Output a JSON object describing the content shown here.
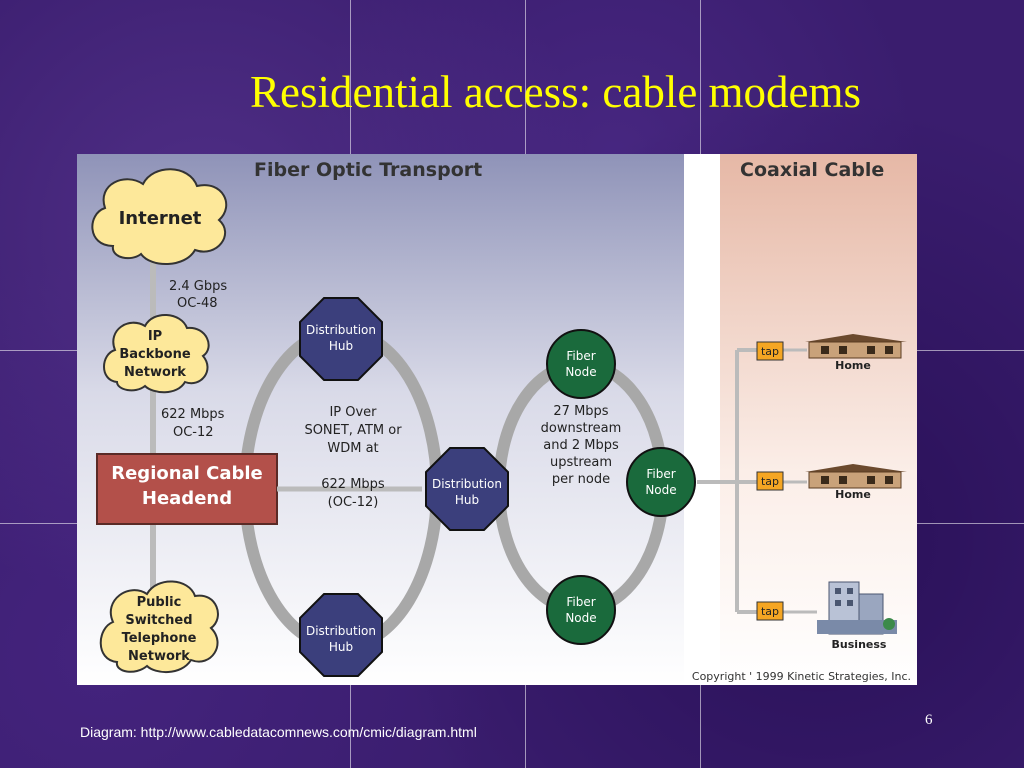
{
  "slide": {
    "title": "Residential access: cable modems",
    "footer": "Diagram: http://www.cabledatacomnews.com/cmic/diagram.html",
    "page_number": "6"
  },
  "diagram": {
    "sections": {
      "fiber": "Fiber Optic Transport",
      "coax": "Coaxial Cable"
    },
    "clouds": {
      "internet": "Internet",
      "backbone": [
        "IP",
        "Backbone",
        "Network"
      ],
      "pstn": [
        "Public",
        "Switched",
        "Telephone",
        "Network"
      ]
    },
    "links": {
      "internet_backbone": [
        "2.4 Gbps",
        "OC-48"
      ],
      "backbone_headend": [
        "622 Mbps",
        "OC-12"
      ]
    },
    "headend": [
      "Regional Cable",
      "Headend"
    ],
    "hubs": {
      "top": [
        "Distribution",
        "Hub"
      ],
      "middle": [
        "Distribution",
        "Hub"
      ],
      "bottom": [
        "Distribution",
        "Hub"
      ]
    },
    "ring1_text": [
      "IP Over",
      "SONET, ATM or",
      "WDM at",
      "",
      "622 Mbps",
      "(OC-12)"
    ],
    "nodes": {
      "top": [
        "Fiber",
        "Node"
      ],
      "right": [
        "Fiber",
        "Node"
      ],
      "bottom": [
        "Fiber",
        "Node"
      ]
    },
    "ring2_text": [
      "27 Mbps",
      "downstream",
      "and 2 Mbps",
      "upstream",
      "per node"
    ],
    "taps": [
      "tap",
      "tap",
      "tap"
    ],
    "endpoints": [
      "Home",
      "Home",
      "Business"
    ],
    "copyright": "Copyright ' 1999 Kinetic Strategies, Inc.",
    "colors": {
      "cloud": "#fde89a",
      "headend": "#b3504a",
      "hub": "#3b3f7c",
      "node": "#1a6a3c",
      "tap": "#f5a623",
      "ring": "#a8a8a8"
    }
  }
}
